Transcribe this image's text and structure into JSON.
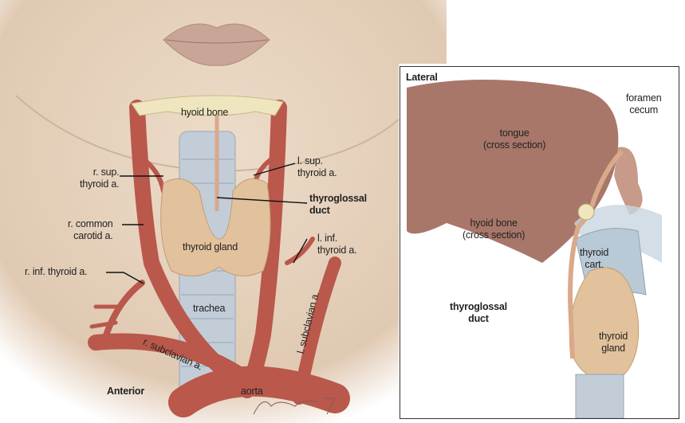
{
  "anterior_view": {
    "view_label": "Anterior",
    "labels": {
      "hyoid_bone": "hyoid bone",
      "r_sup_thyroid_a": [
        "r. sup.",
        "thyroid a."
      ],
      "l_sup_thyroid_a": [
        "l. sup.",
        "thyroid a."
      ],
      "thyroglossal_duct": [
        "thyroglossal",
        "duct"
      ],
      "r_common_carotid_a": [
        "r. common",
        "carotid a."
      ],
      "thyroid_gland": "thyroid gland",
      "l_inf_thyroid_a": [
        "l. inf.",
        "thyroid a."
      ],
      "r_inf_thyroid_a": "r. inf. thyroid a.",
      "trachea": "trachea",
      "r_subclavian_a": "r. subclavian a.",
      "l_subclavian_a": "l. subclavian a.",
      "aorta": "aorta"
    },
    "signature": "J Gregory '07"
  },
  "lateral_view": {
    "view_label": "Lateral",
    "labels": {
      "tongue": [
        "tongue",
        "(cross section)"
      ],
      "foramen_cecum": [
        "foramen",
        "cecum"
      ],
      "hyoid_bone": [
        "hyoid bone",
        "(cross section)"
      ],
      "thyroid_cart": [
        "thyroid",
        "cart."
      ],
      "thyroglossal_duct": [
        "thyroglossal",
        "duct"
      ],
      "thyroid_gland": [
        "thyroid",
        "gland"
      ]
    }
  },
  "colors": {
    "skin": "#e4cfba",
    "artery": "#b9584b",
    "trachea": "#bfcad6",
    "thyroid": "#e2c29c",
    "bone": "#efe6bf",
    "tongue": "#a8776a"
  }
}
